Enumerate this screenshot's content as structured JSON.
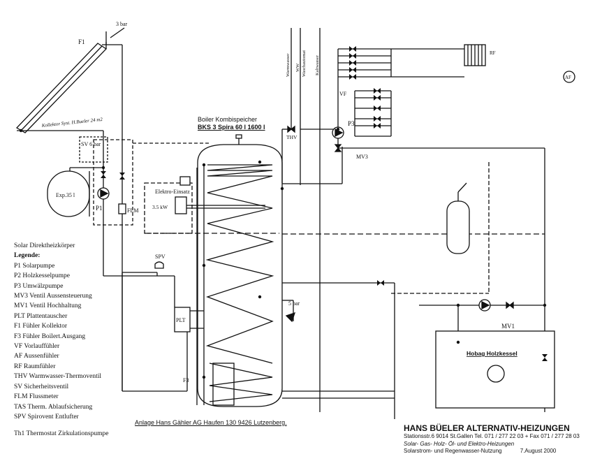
{
  "boiler": {
    "title": "Boiler Kombispeicher",
    "model": "BKS 3  Spira 60 l  1600  l"
  },
  "components": {
    "f1": "F1",
    "collector": "Kollektor Syst. H.Bueler 24 m2",
    "relief_collector": "3 bar",
    "sv": "SV 6 bar",
    "expansion": "Exp.35   l",
    "p1": "P1",
    "flm": "FLM",
    "elektro": "Elektro-Einsatz",
    "elektro_kw": "3.5 kW",
    "spv": "SPV",
    "plt": "PLT",
    "f3": "F3",
    "relief_boiler": "5 bar",
    "thv": "THV",
    "vf": "VF",
    "p3": "P3",
    "mv3": "MV3",
    "mv1": "MV1",
    "rf": "RF",
    "af": "AF",
    "holzkessel": "Hobag Holzkessel",
    "pipe_warm": "Warmwasser",
    "pipe_ww": "WW",
    "pipe_wasch": "Waschautomat",
    "pipe_kalt": "Kaltwasser"
  },
  "legend": {
    "title": "Solar Direktheizkörper",
    "heading": "Legende:",
    "items": [
      "P1   Solarpumpe",
      "P2   Holzkesselpumpe",
      "P3   Umwälzpumpe",
      "MV3 Ventil Aussensteuerung",
      "MV1 Ventil Hochhaltung",
      "PLT Plattentauscher",
      "F1 Fühler Kollektor",
      "F3 Fühler Boilert.Ausgang",
      "VF   Vorlauffühler",
      "AF   Aussenfühler",
      "RF   Raumfühler",
      "THV  Warmwasser-Thermoventil",
      "SV   Sicherheitsventil",
      "FLM  Flussmeter",
      "TAS Therm. Ablaufsicherung",
      "SPV  Spirovent Entlufter"
    ],
    "footer": "Th1 Thermostat Zirkulationspumpe"
  },
  "anlage": "Anlage Hans Gähler AG Haufen 130    9426 Lutzenberg.",
  "title_block": {
    "company": "HANS BÜELER ALTERNATIV-HEIZUNGEN",
    "address": "Stationsstr.6   9014 St.Gallen  Tel. 071 / 277 22 03 + Fax 071 / 277 28 03",
    "line3": "Solar- Gas- Holz- Öl- und Elektro-Heizungen",
    "line4": "Solarstrom- und Regenwasser-Nutzung",
    "date": "7.August 2000"
  }
}
